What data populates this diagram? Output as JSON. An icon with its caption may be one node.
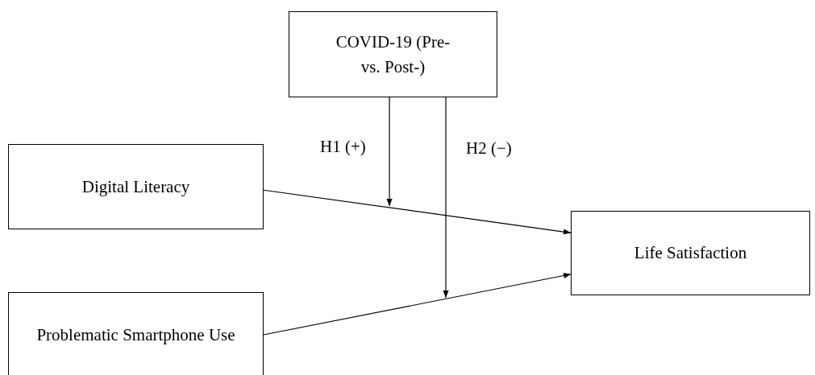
{
  "diagram": {
    "nodes": [
      {
        "text": [
          "COVID-19 (Pre- vs. Post-)"
        ]
      },
      {
        "text": [
          "Digital Literacy"
        ]
      },
      {
        "text": [
          "Problematic Smartphone Use"
        ]
      },
      {
        "text": [
          "Life Satisfaction"
        ]
      }
    ],
    "edges": [
      {
        "from": 1,
        "to": 3,
        "arrow": "to"
      },
      {
        "from": 2,
        "to": 3,
        "arrow": "to"
      },
      {
        "from": 0,
        "to": null,
        "arrow": "to",
        "label": "H1 (+)"
      },
      {
        "from": 0,
        "to": null,
        "arrow": "to",
        "label": "H2 (−)"
      }
    ]
  }
}
